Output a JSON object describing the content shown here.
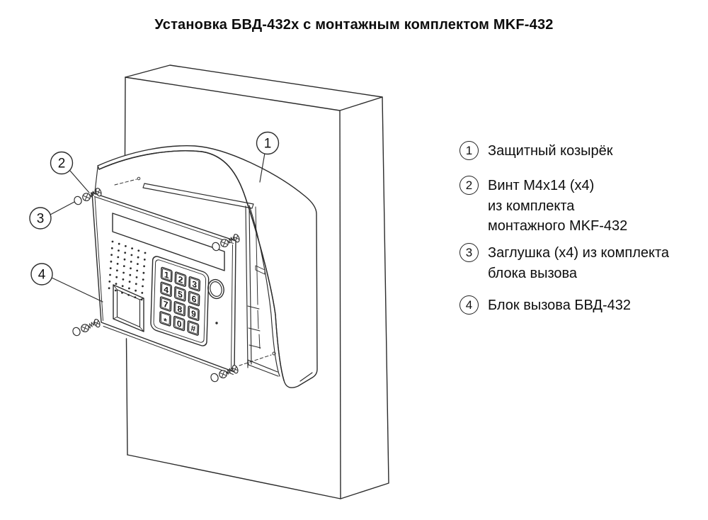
{
  "title": "Установка БВД-432х с монтажным комплектом MKF-432",
  "legend": {
    "items": [
      {
        "number": "1",
        "lines": [
          "Защитный козырёк"
        ]
      },
      {
        "number": "2",
        "lines": [
          "Винт M4x14 (x4)",
          "из комплекта",
          "монтажного MKF-432"
        ]
      },
      {
        "number": "3",
        "lines": [
          "Заглушка (x4) из комплекта",
          "блока вызова"
        ]
      },
      {
        "number": "4",
        "lines": [
          "Блок вызова БВД-432"
        ]
      }
    ]
  },
  "drawing": {
    "callouts": [
      {
        "number": "1"
      },
      {
        "number": "2"
      },
      {
        "number": "3"
      },
      {
        "number": "4"
      }
    ],
    "keypad": {
      "keys": [
        "1",
        "2",
        "3",
        "4",
        "5",
        "6",
        "7",
        "8",
        "9",
        "*",
        "0",
        "#"
      ]
    },
    "colors": {
      "line": "#2b2b2b",
      "background": "#ffffff"
    }
  }
}
